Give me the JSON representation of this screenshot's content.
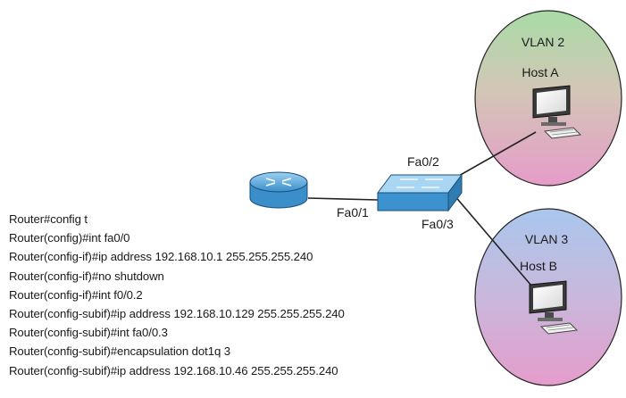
{
  "vlans": [
    {
      "vlan_label": "VLAN 2",
      "host_label": "Host A"
    },
    {
      "vlan_label": "VLAN 3",
      "host_label": "Host B"
    }
  ],
  "ports": {
    "router_switch": "Fa0/1",
    "switch_host_a": "Fa0/2",
    "switch_host_b": "Fa0/3"
  },
  "config_lines": [
    "Router#config t",
    "Router(config)#int fa0/0",
    "Router(config-if)#ip address 192.168.10.1 255.255.255.240",
    "Router(config-if)#no shutdown",
    "Router(config-if)#int f0/0.2",
    "Router(config-subif)#ip address 192.168.10.129 255.255.255.240",
    "Router(config-subif)#int fa0/0.3",
    "Router(config-subif)#encapsulation dot1q 3",
    "Router(config-subif)#ip address 192.168.10.46 255.255.255.240"
  ],
  "colors": {
    "ellipse_top": "#a8dba6",
    "ellipse_bottom": "#e49ac8",
    "device_blue": "#5aa9dc"
  }
}
